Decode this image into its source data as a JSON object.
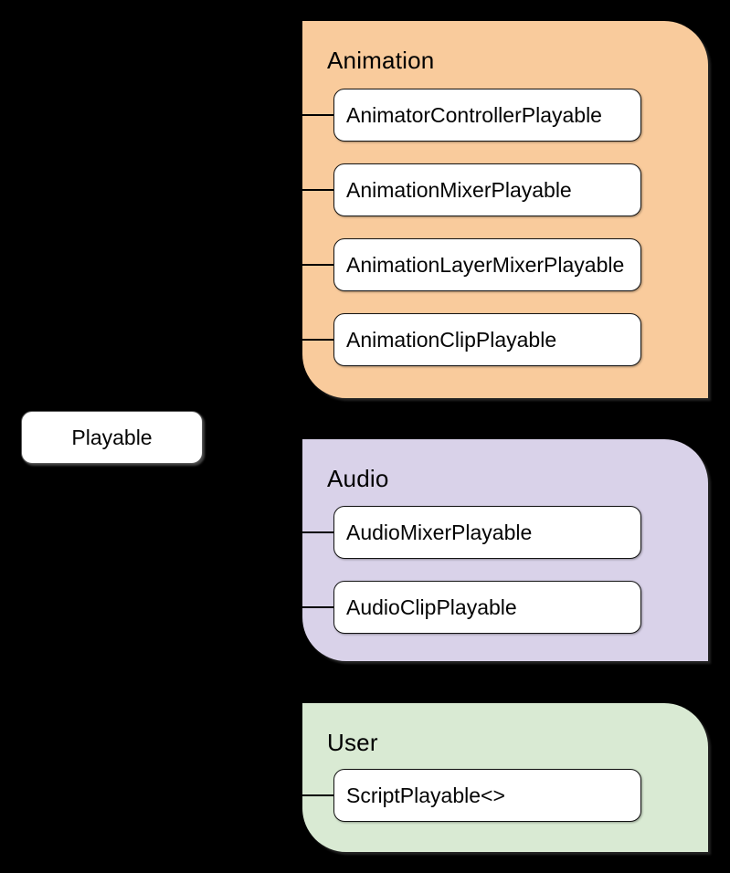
{
  "root": {
    "label": "Playable"
  },
  "groups": [
    {
      "title": "Animation",
      "color": "#F9CB9C",
      "children": [
        {
          "label": "AnimatorControllerPlayable"
        },
        {
          "label": "AnimationMixerPlayable"
        },
        {
          "label": "AnimationLayerMixerPlayable"
        },
        {
          "label": "AnimationClipPlayable"
        }
      ]
    },
    {
      "title": "Audio",
      "color": "#D9D2E9",
      "children": [
        {
          "label": "AudioMixerPlayable"
        },
        {
          "label": "AudioClipPlayable"
        }
      ]
    },
    {
      "title": "User",
      "color": "#D9EAD3",
      "children": [
        {
          "label": "ScriptPlayable<>"
        }
      ]
    }
  ],
  "colors": {
    "background": "#000000",
    "node_fill": "#FFFFFF",
    "node_border": "#141414",
    "connector": "#000000",
    "text": "#000000"
  }
}
